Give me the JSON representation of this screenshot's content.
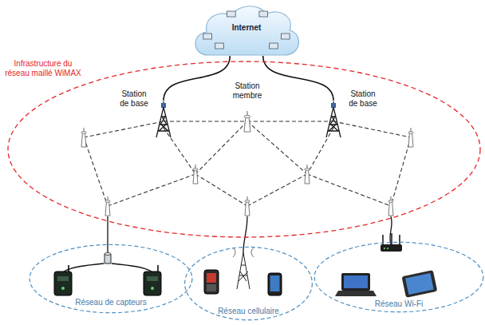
{
  "diagram": {
    "nodes": [
      {
        "text": [
          "Internet"
        ]
      },
      {
        "text": [
          "Infrastructure du réseau maillé WiMAX"
        ]
      },
      {
        "text": [
          "Station de base"
        ],
        "in": 1
      },
      {
        "text": [
          "Station membre"
        ],
        "in": 1
      },
      {
        "text": [
          "Station de base"
        ],
        "in": 1
      },
      {
        "text": [
          "Réseau de capteurs"
        ]
      },
      {
        "text": [
          "Réseau cellulaire"
        ]
      },
      {
        "text": [
          "Réseau Wi-Fi"
        ]
      }
    ],
    "edges": [
      {
        "from": 0,
        "to": 2,
        "arrow": "none"
      },
      {
        "from": 0,
        "to": 4,
        "arrow": "none"
      }
    ]
  }
}
